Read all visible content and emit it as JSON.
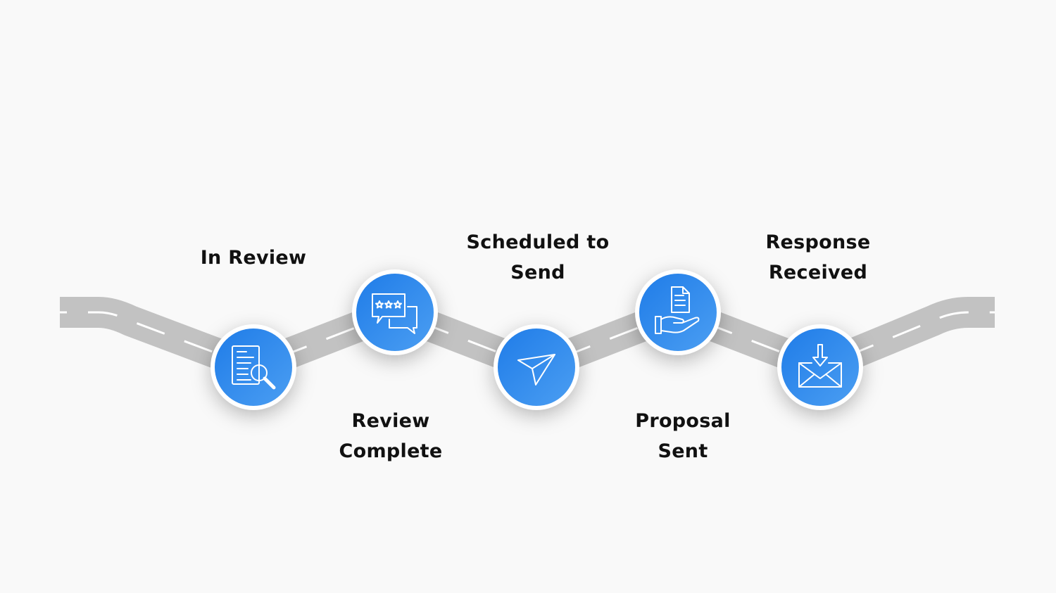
{
  "colors": {
    "background": "#f9f9f9",
    "road": "#c2c2c2",
    "road_marking": "#ffffff",
    "node_ring": "#ffffff",
    "node_fill_start": "#1f7ce8",
    "node_fill_end": "#4b9ef2",
    "icon_stroke": "#ffffff",
    "label_text": "#111111"
  },
  "stages": [
    {
      "label_lines": [
        "In Review"
      ],
      "icon": "document-search-icon"
    },
    {
      "label_lines": [
        "Review",
        "Complete"
      ],
      "icon": "rating-chat-icon"
    },
    {
      "label_lines": [
        "Scheduled to",
        "Send"
      ],
      "icon": "paper-plane-icon"
    },
    {
      "label_lines": [
        "Proposal",
        "Sent"
      ],
      "icon": "document-hand-icon"
    },
    {
      "label_lines": [
        "Response",
        "Received"
      ],
      "icon": "envelope-download-icon"
    }
  ]
}
